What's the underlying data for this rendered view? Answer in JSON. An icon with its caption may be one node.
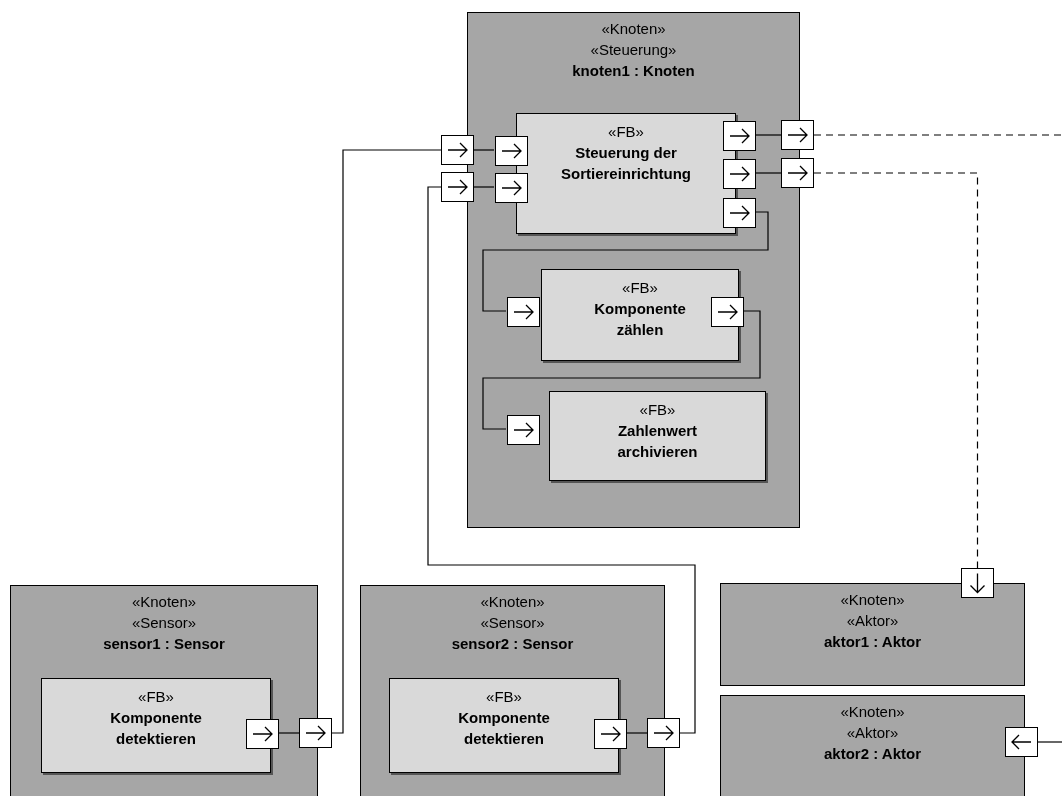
{
  "diagram": {
    "nodes": [
      {
        "text": [
          "«Knoten»",
          "«Steuerung»",
          "knoten1 : Knoten"
        ]
      },
      {
        "text": [
          "«FB»",
          "Steuerung der Sortiereinrichtung"
        ],
        "in": 0
      },
      {
        "text": [
          "«FB»",
          "Komponente zählen"
        ],
        "in": 0
      },
      {
        "text": [
          "«FB»",
          "Zahlenwert archivieren"
        ],
        "in": 0
      },
      {
        "text": [
          "«Knoten»",
          "«Sensor»",
          "sensor1 : Sensor"
        ]
      },
      {
        "text": [
          "«FB»",
          "Komponente detektieren"
        ],
        "in": 4
      },
      {
        "text": [
          "«Knoten»",
          "«Sensor»",
          "sensor2 : Sensor"
        ]
      },
      {
        "text": [
          "«FB»",
          "Komponente detektieren"
        ],
        "in": 6
      },
      {
        "text": [
          "«Knoten»",
          "«Aktor»",
          "aktor1 : Aktor"
        ]
      },
      {
        "text": [
          "«Knoten»",
          "«Aktor»",
          "aktor2 : Aktor"
        ]
      },
      {
        "text": [],
        "shape": "box"
      },
      {
        "text": [],
        "shape": "box"
      },
      {
        "text": [],
        "shape": "box",
        "in": 0
      },
      {
        "text": [],
        "shape": "box",
        "in": 0
      },
      {
        "text": [],
        "shape": "box",
        "in": 0
      },
      {
        "text": [],
        "shape": "box",
        "in": 0
      },
      {
        "text": [],
        "shape": "box",
        "in": 0
      },
      {
        "text": [],
        "shape": "box"
      },
      {
        "text": [],
        "shape": "box"
      },
      {
        "text": [],
        "shape": "box",
        "in": 0
      },
      {
        "text": [],
        "shape": "box",
        "in": 0
      },
      {
        "text": [],
        "shape": "box",
        "in": 0
      },
      {
        "text": [],
        "shape": "box",
        "in": 4
      },
      {
        "text": [],
        "shape": "box"
      },
      {
        "text": [],
        "shape": "box",
        "in": 6
      },
      {
        "text": [],
        "shape": "box"
      },
      {
        "text": [],
        "shape": "box"
      },
      {
        "text": [],
        "shape": "box"
      }
    ],
    "edges": [
      {
        "from": 22,
        "to": 23,
        "arrow": "none"
      },
      {
        "from": 23,
        "to": 10,
        "arrow": "none"
      },
      {
        "from": 10,
        "to": 12,
        "arrow": "none"
      },
      {
        "from": 24,
        "to": 25,
        "arrow": "none"
      },
      {
        "from": 25,
        "to": 11,
        "arrow": "none"
      },
      {
        "from": 11,
        "to": 13,
        "arrow": "none"
      },
      {
        "from": 14,
        "to": 17,
        "arrow": "none"
      },
      {
        "from": 17,
        "to": null,
        "arrow": "none",
        "style": "dashed"
      },
      {
        "from": 15,
        "to": 18,
        "arrow": "none"
      },
      {
        "from": 18,
        "to": 26,
        "arrow": "none",
        "style": "dashed"
      },
      {
        "from": 16,
        "to": 19,
        "arrow": "none"
      },
      {
        "from": 20,
        "to": 21,
        "arrow": "none"
      },
      {
        "from": null,
        "to": 27,
        "arrow": "none"
      }
    ]
  }
}
